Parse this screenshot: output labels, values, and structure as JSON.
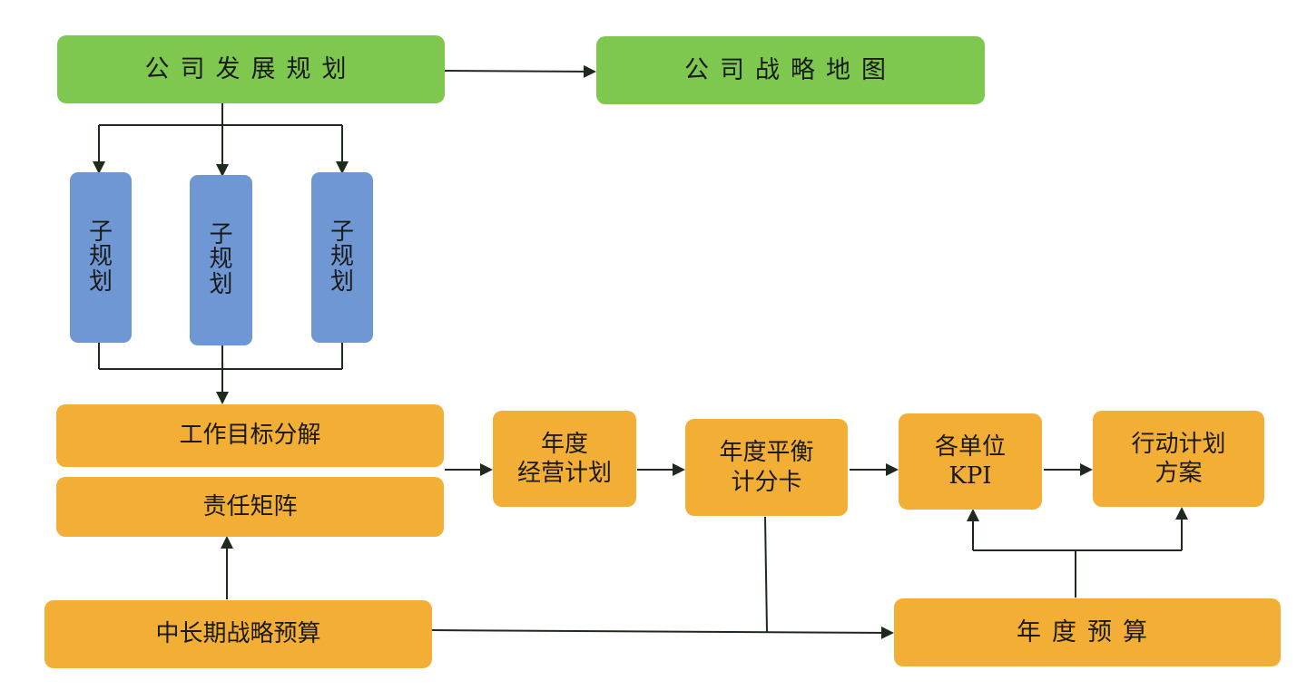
{
  "top": {
    "company_plan": "公司发展规划",
    "strategy_map": "公司战略地图"
  },
  "sub_plans": [
    "子规划",
    "子规划",
    "子规划"
  ],
  "left_column": {
    "work_goals": "工作目标分解",
    "responsibility": "责任矩阵",
    "long_term_budget": "中长期战略预算"
  },
  "flow": {
    "annual_operating_plan": [
      "年度",
      "经营计划"
    ],
    "annual_bsc": [
      "年度平衡",
      "计分卡"
    ],
    "unit_kpi": [
      "各单位",
      "KPI"
    ],
    "action_plan": [
      "行动计划",
      "方案"
    ],
    "annual_budget": "年度预算"
  },
  "colors": {
    "green": "#7ec850",
    "blue": "#6e97d4",
    "orange": "#f3ae35",
    "line": "#1f2a1f"
  }
}
